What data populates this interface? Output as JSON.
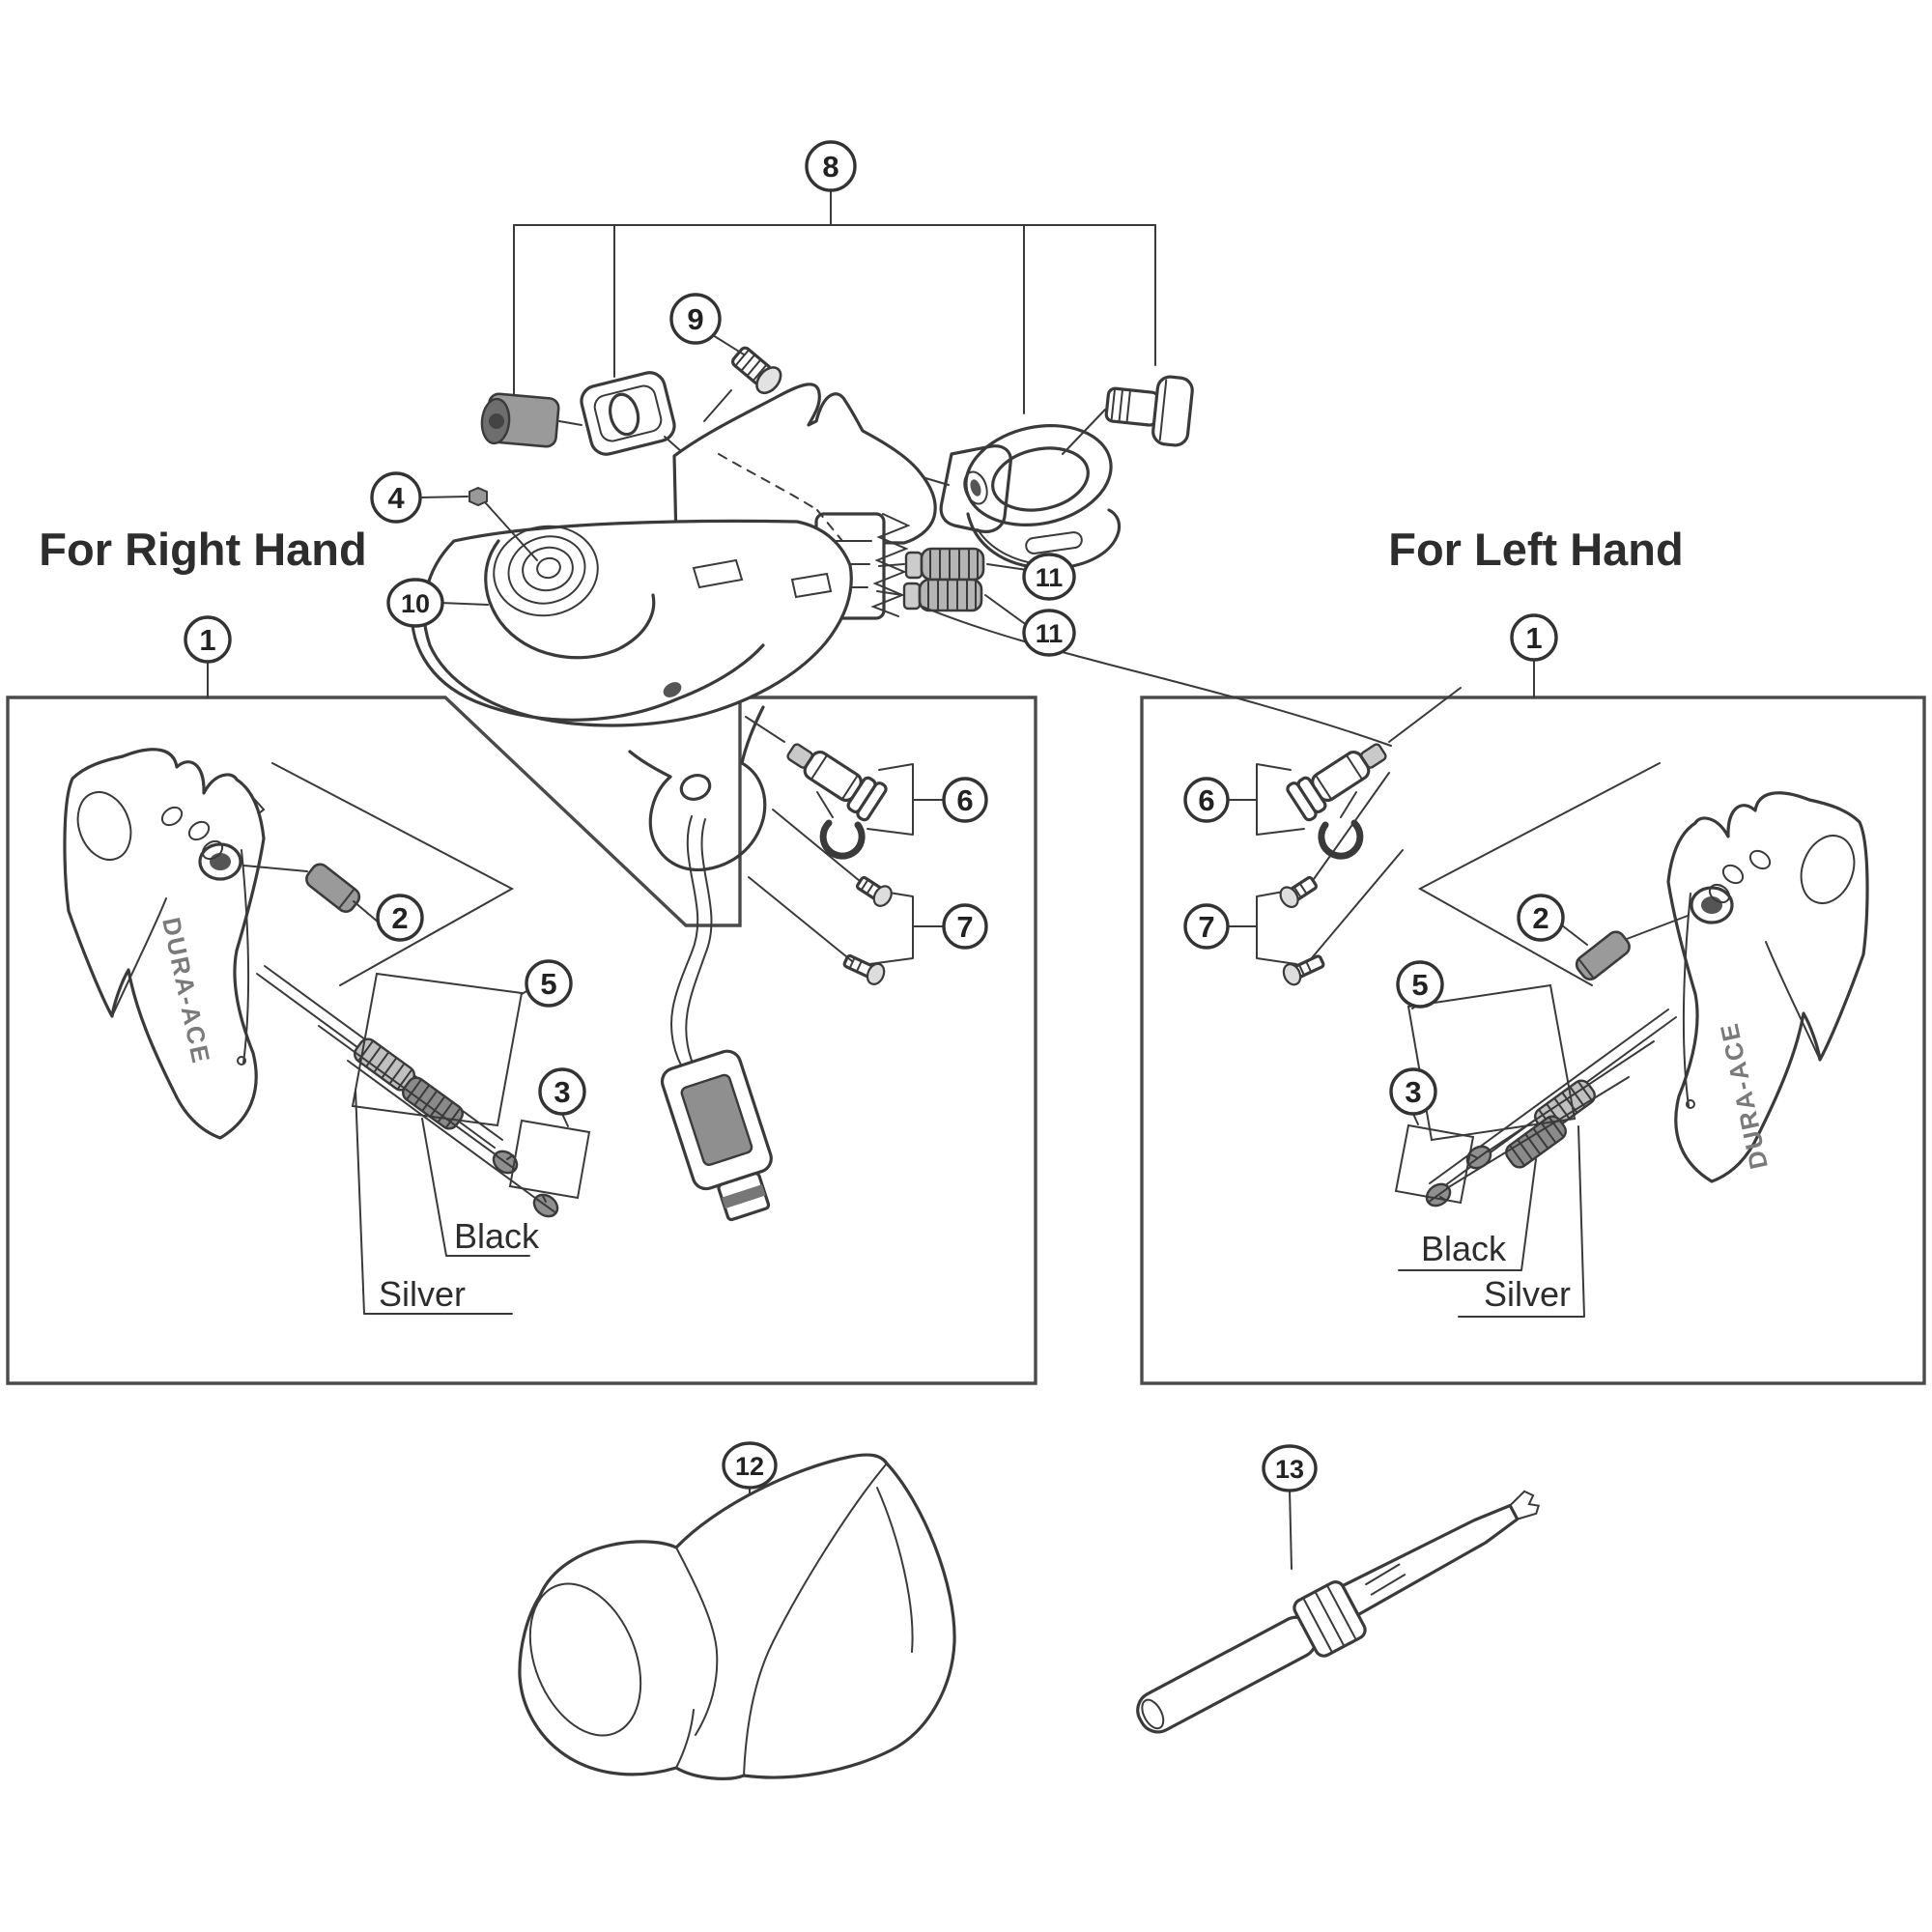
{
  "sections": {
    "right_hand_label": "For Right Hand",
    "left_hand_label": "For Left Hand"
  },
  "finish_labels": {
    "black": "Black",
    "silver": "Silver"
  },
  "brand": {
    "lever_text": "DURA-ACE"
  },
  "callouts": {
    "n1": "1",
    "n2": "2",
    "n3": "3",
    "n4": "4",
    "n5": "5",
    "n6": "6",
    "n7": "7",
    "n8": "8",
    "n9": "9",
    "n10": "10",
    "n11": "11",
    "n12": "12",
    "n13": "13"
  },
  "colors": {
    "line": "#3a3a3a",
    "box_stroke": "#4a4a4a",
    "part_grey": "#9a9a9a",
    "dark_grey": "#555555",
    "background": "#ffffff"
  }
}
